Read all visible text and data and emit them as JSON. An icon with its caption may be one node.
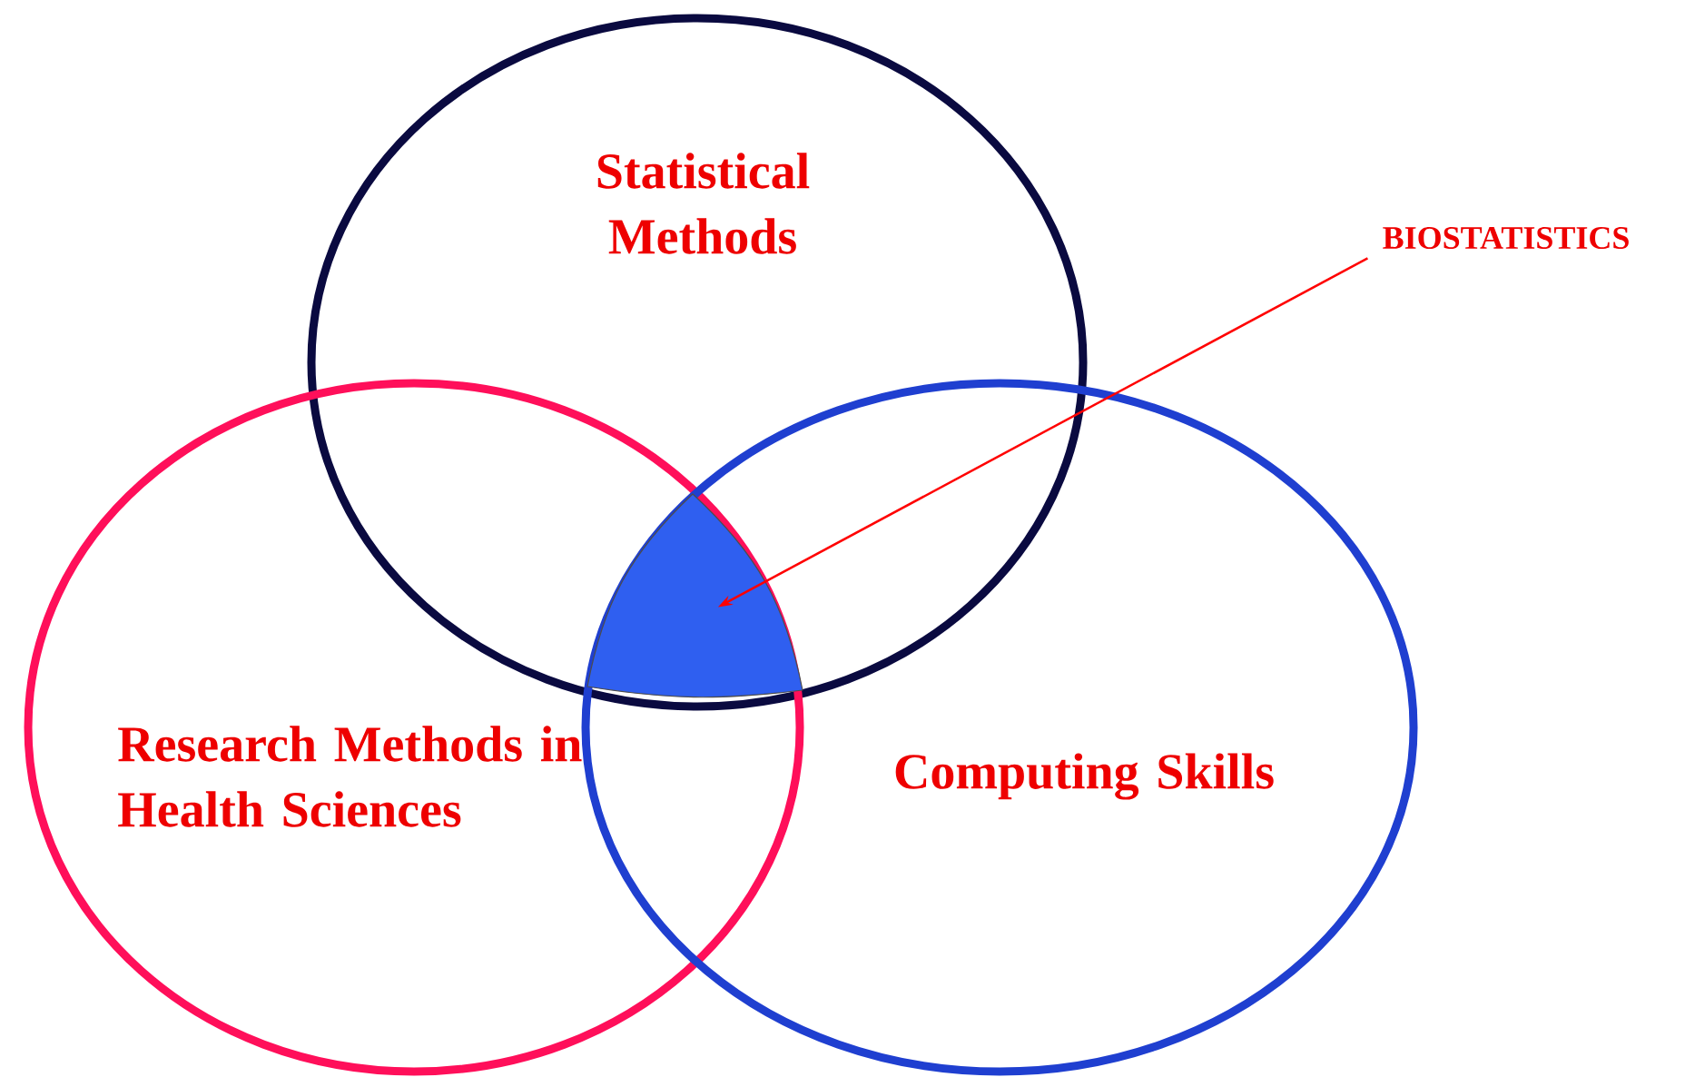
{
  "diagram": {
    "nodes": [
      {
        "text": [
          "Statistical Methods"
        ]
      },
      {
        "text": [
          "Research Methods in Health Sciences"
        ]
      },
      {
        "text": [
          "Computing Skills"
        ]
      },
      {
        "text": [
          "BIOSTATISTICS"
        ]
      },
      {
        "text": [],
        "shape": "triangle"
      }
    ],
    "edges": [
      {
        "from": 3,
        "to": 4,
        "arrow": "to"
      }
    ]
  }
}
